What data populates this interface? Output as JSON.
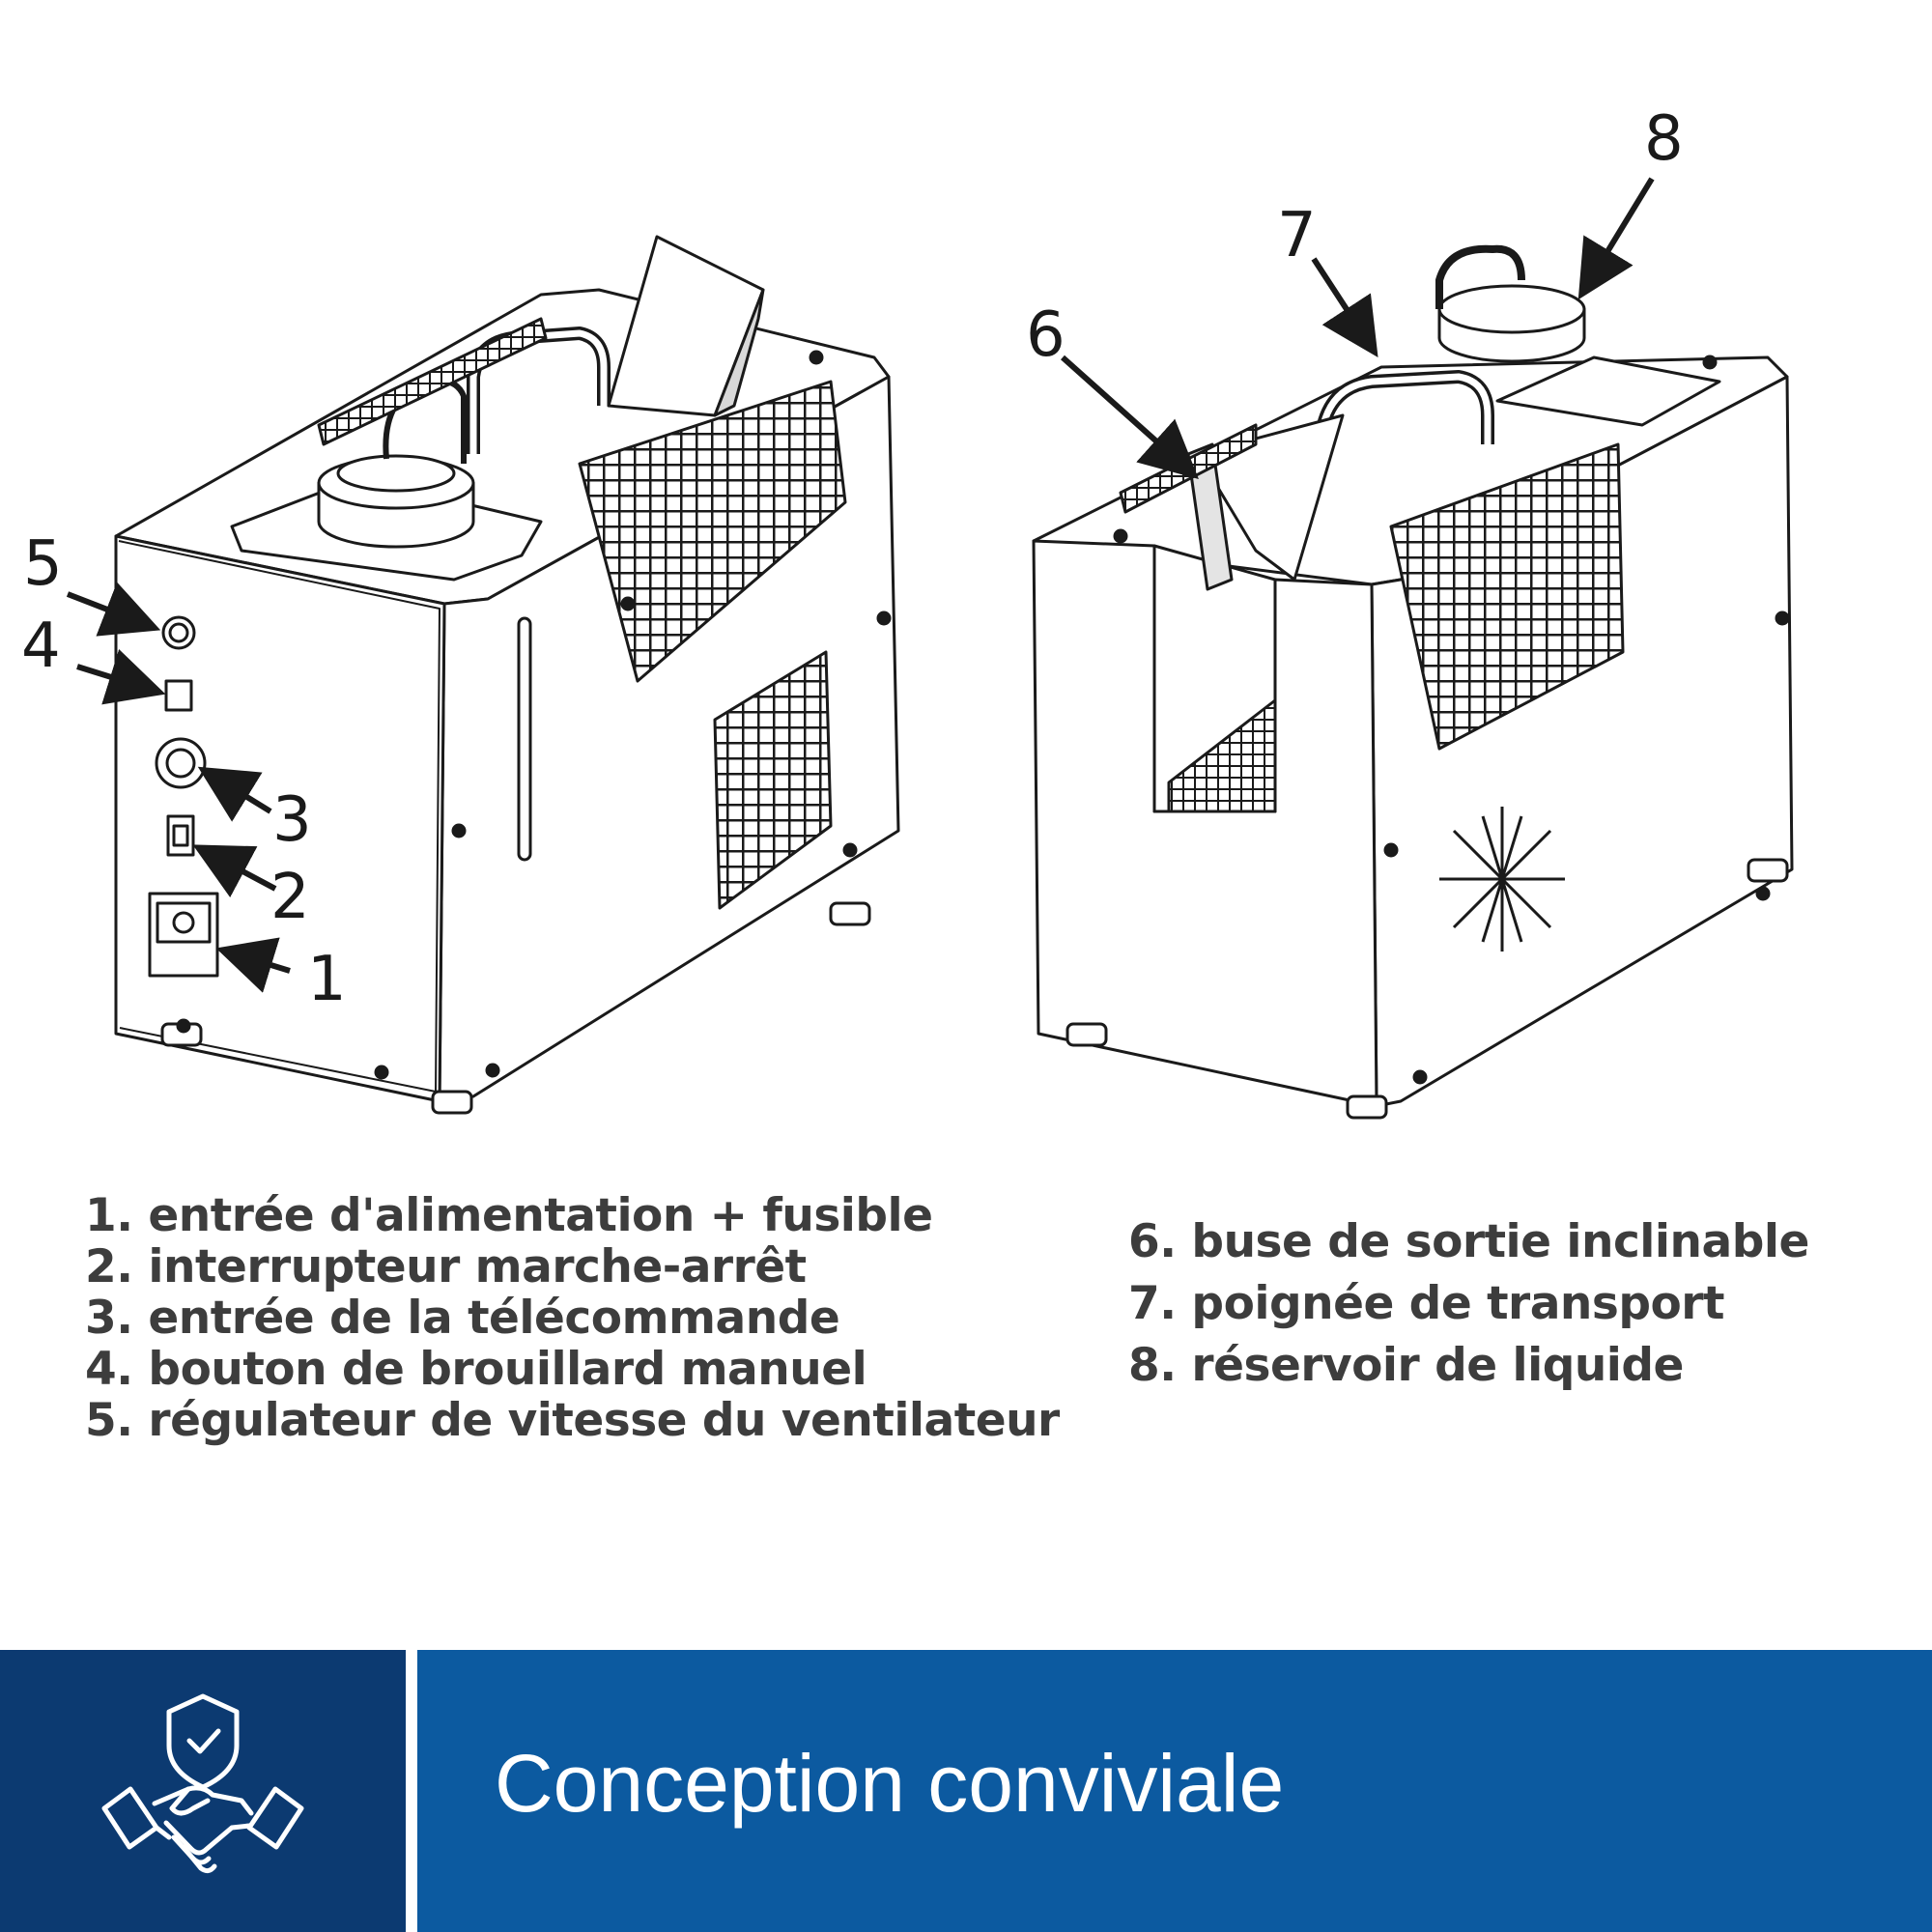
{
  "callouts": [
    "1",
    "2",
    "3",
    "4",
    "5",
    "6",
    "7",
    "8"
  ],
  "legend": {
    "left": [
      "1. entrée d'alimentation + fusible",
      "2. interrupteur marche-arrêt",
      "3. entrée de la télécommande",
      "4. bouton de brouillard manuel",
      "5. régulateur de vitesse du ventilateur"
    ],
    "right": [
      "6. buse de sortie inclinable",
      "7. poignée de transport",
      "8. réservoir de liquide"
    ]
  },
  "footer": {
    "title": "Conception conviviale",
    "icon": "shield-check-handshake-icon",
    "colors": {
      "icon_panel": "#0c3a71",
      "title_panel": "#0c5aa0",
      "text": "#ffffff"
    }
  }
}
